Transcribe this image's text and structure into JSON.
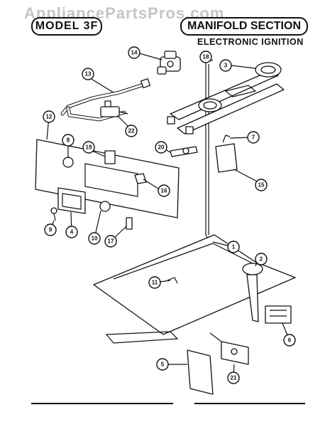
{
  "header": {
    "model_label": "MODEL 3F",
    "section_title": "MANIFOLD SECTION",
    "subtitle": "ELECTRONIC IGNITION"
  },
  "watermark": "AppliancePartsPros.com",
  "callouts": [
    "1",
    "2",
    "3",
    "4",
    "5",
    "6",
    "7",
    "8",
    "9",
    "10",
    "11",
    "12",
    "13",
    "14",
    "15",
    "16",
    "17",
    "18",
    "19",
    "20",
    "21",
    "22"
  ]
}
